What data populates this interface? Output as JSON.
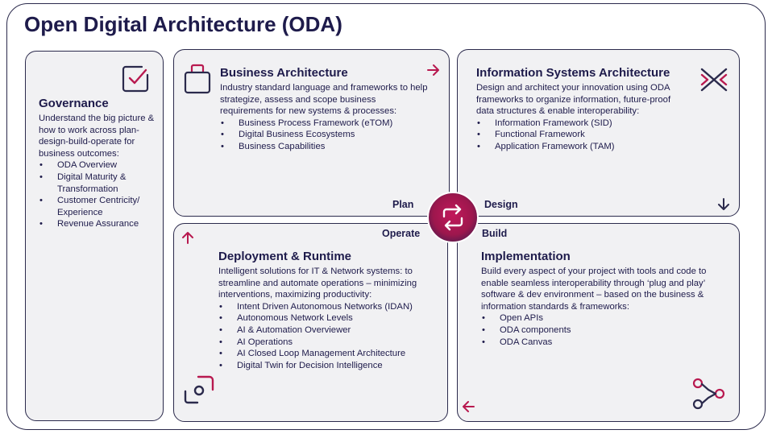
{
  "page": {
    "title": "Open Digital Architecture (ODA)"
  },
  "colors": {
    "accent": "#b8194f",
    "navy": "#1e1b4b",
    "card": "#f1f1f3"
  },
  "governance": {
    "icon": "checkbox-check-icon",
    "heading": "Governance",
    "desc": "Understand the big picture & how to work across plan-design-build-operate for business outcomes:",
    "items": [
      "ODA Overview",
      "Digital Maturity & Transformation",
      "Customer Centricity/ Experience",
      "Revenue Assurance"
    ]
  },
  "business": {
    "icon": "briefcase-icon",
    "arrow": "arrow-right-icon",
    "heading": "Business Architecture",
    "desc": "Industry standard language and frameworks to help strategize, assess and scope business requirements for new systems & processes:",
    "items": [
      "Business Process Framework (eTOM)",
      "Digital Business Ecosystems",
      "Business Capabilities"
    ]
  },
  "infosys": {
    "icon": "cross-arrows-icon",
    "arrow": "arrow-down-icon",
    "heading": "Information Systems Architecture",
    "desc": "Design and architect your innovation using ODA frameworks to organize information, future-proof data structures & enable interoperability:",
    "items": [
      "Information Framework (SID)",
      "Functional Framework",
      "Application Framework (TAM)"
    ]
  },
  "deployment": {
    "icon": "ring-bracket-icon",
    "arrow": "arrow-up-icon",
    "heading": "Deployment & Runtime",
    "desc": "Intelligent solutions for IT & Network systems: to streamline and automate operations – minimizing interventions, maximizing productivity:",
    "items": [
      "Intent Driven Autonomous Networks (IDAN)",
      "Autonomous Network Levels",
      "AI & Automation Overviewer",
      "AI Operations",
      "AI Closed Loop Management Architecture",
      "Digital Twin for Decision Intelligence"
    ]
  },
  "implementation": {
    "icon": "network-nodes-icon",
    "arrow": "arrow-left-icon",
    "heading": "Implementation",
    "desc": "Build every aspect of your project with tools and code to enable seamless interoperability through ‘plug and play’ software & dev environment – based on the business & information standards & frameworks:",
    "items": [
      "Open APIs",
      "ODA components",
      "ODA Canvas"
    ]
  },
  "phases": {
    "plan": "Plan",
    "design": "Design",
    "operate": "Operate",
    "build": "Build"
  },
  "hub": {
    "icon": "cycle-arrows-icon"
  }
}
